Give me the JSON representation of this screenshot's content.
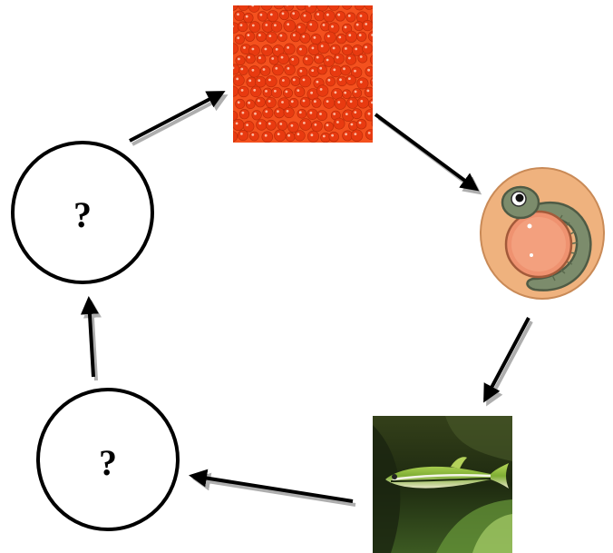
{
  "diagram": {
    "unknown_stage_1": "?",
    "unknown_stage_2": "?",
    "images": {
      "eggs": "fish-eggs-photo",
      "larva": "fish-larva-in-egg-illustration",
      "adult": "adult-fish-photo"
    },
    "colors": {
      "eggs_background": "#f4511e",
      "egg_color": "#e83a10",
      "larva_disc": "#efb27e",
      "larva_body": "#7c8c6c",
      "yolk": "#ef9270",
      "fish_background": "#2a3a16",
      "fish_body": "#8fbf3c"
    }
  }
}
